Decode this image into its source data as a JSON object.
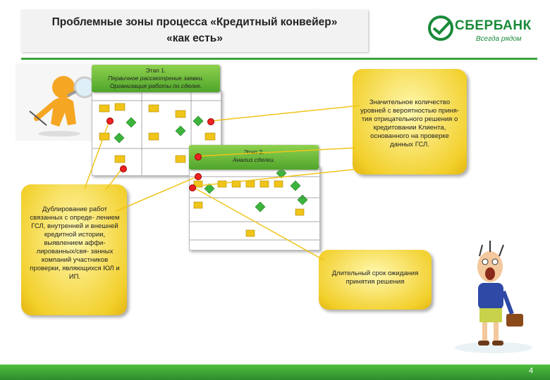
{
  "header": {
    "title_line1": "Проблемные зоны процесса «Кредитный конвейер»",
    "title_line2": "«как есть»"
  },
  "logo": {
    "name": "СБЕРБАНК",
    "slogan": "Всегда рядом",
    "color": "#1a8a3a"
  },
  "stages": [
    {
      "line1": "Этап 1.",
      "line2": "Первичное рассмотрение заявки.",
      "line3": "Организация работы по сделке."
    },
    {
      "line1": "Этап 2.",
      "line2": "Анализ сделки."
    }
  ],
  "callouts": {
    "risk_text": "Значительное количество уровней с вероятностью приня- тия отрицательного решения о кредитовании Клиента, основанного на проверке данных ГСЛ.",
    "duplication_text": "Дублирование работ связанных с опреде- лением ГСЛ, внутренней и внешней кредитной истории, выявлением аффи- лированных/свя- занных компаний участников проверки, являющихся ЮЛ и ИП.",
    "waiting_text": "Длительный срок ожидания принятия решения"
  },
  "footer": {
    "page_number": "4"
  },
  "colors": {
    "accent": "#3da33d",
    "callout": "#f2cf2a",
    "marker": "#e22222"
  }
}
